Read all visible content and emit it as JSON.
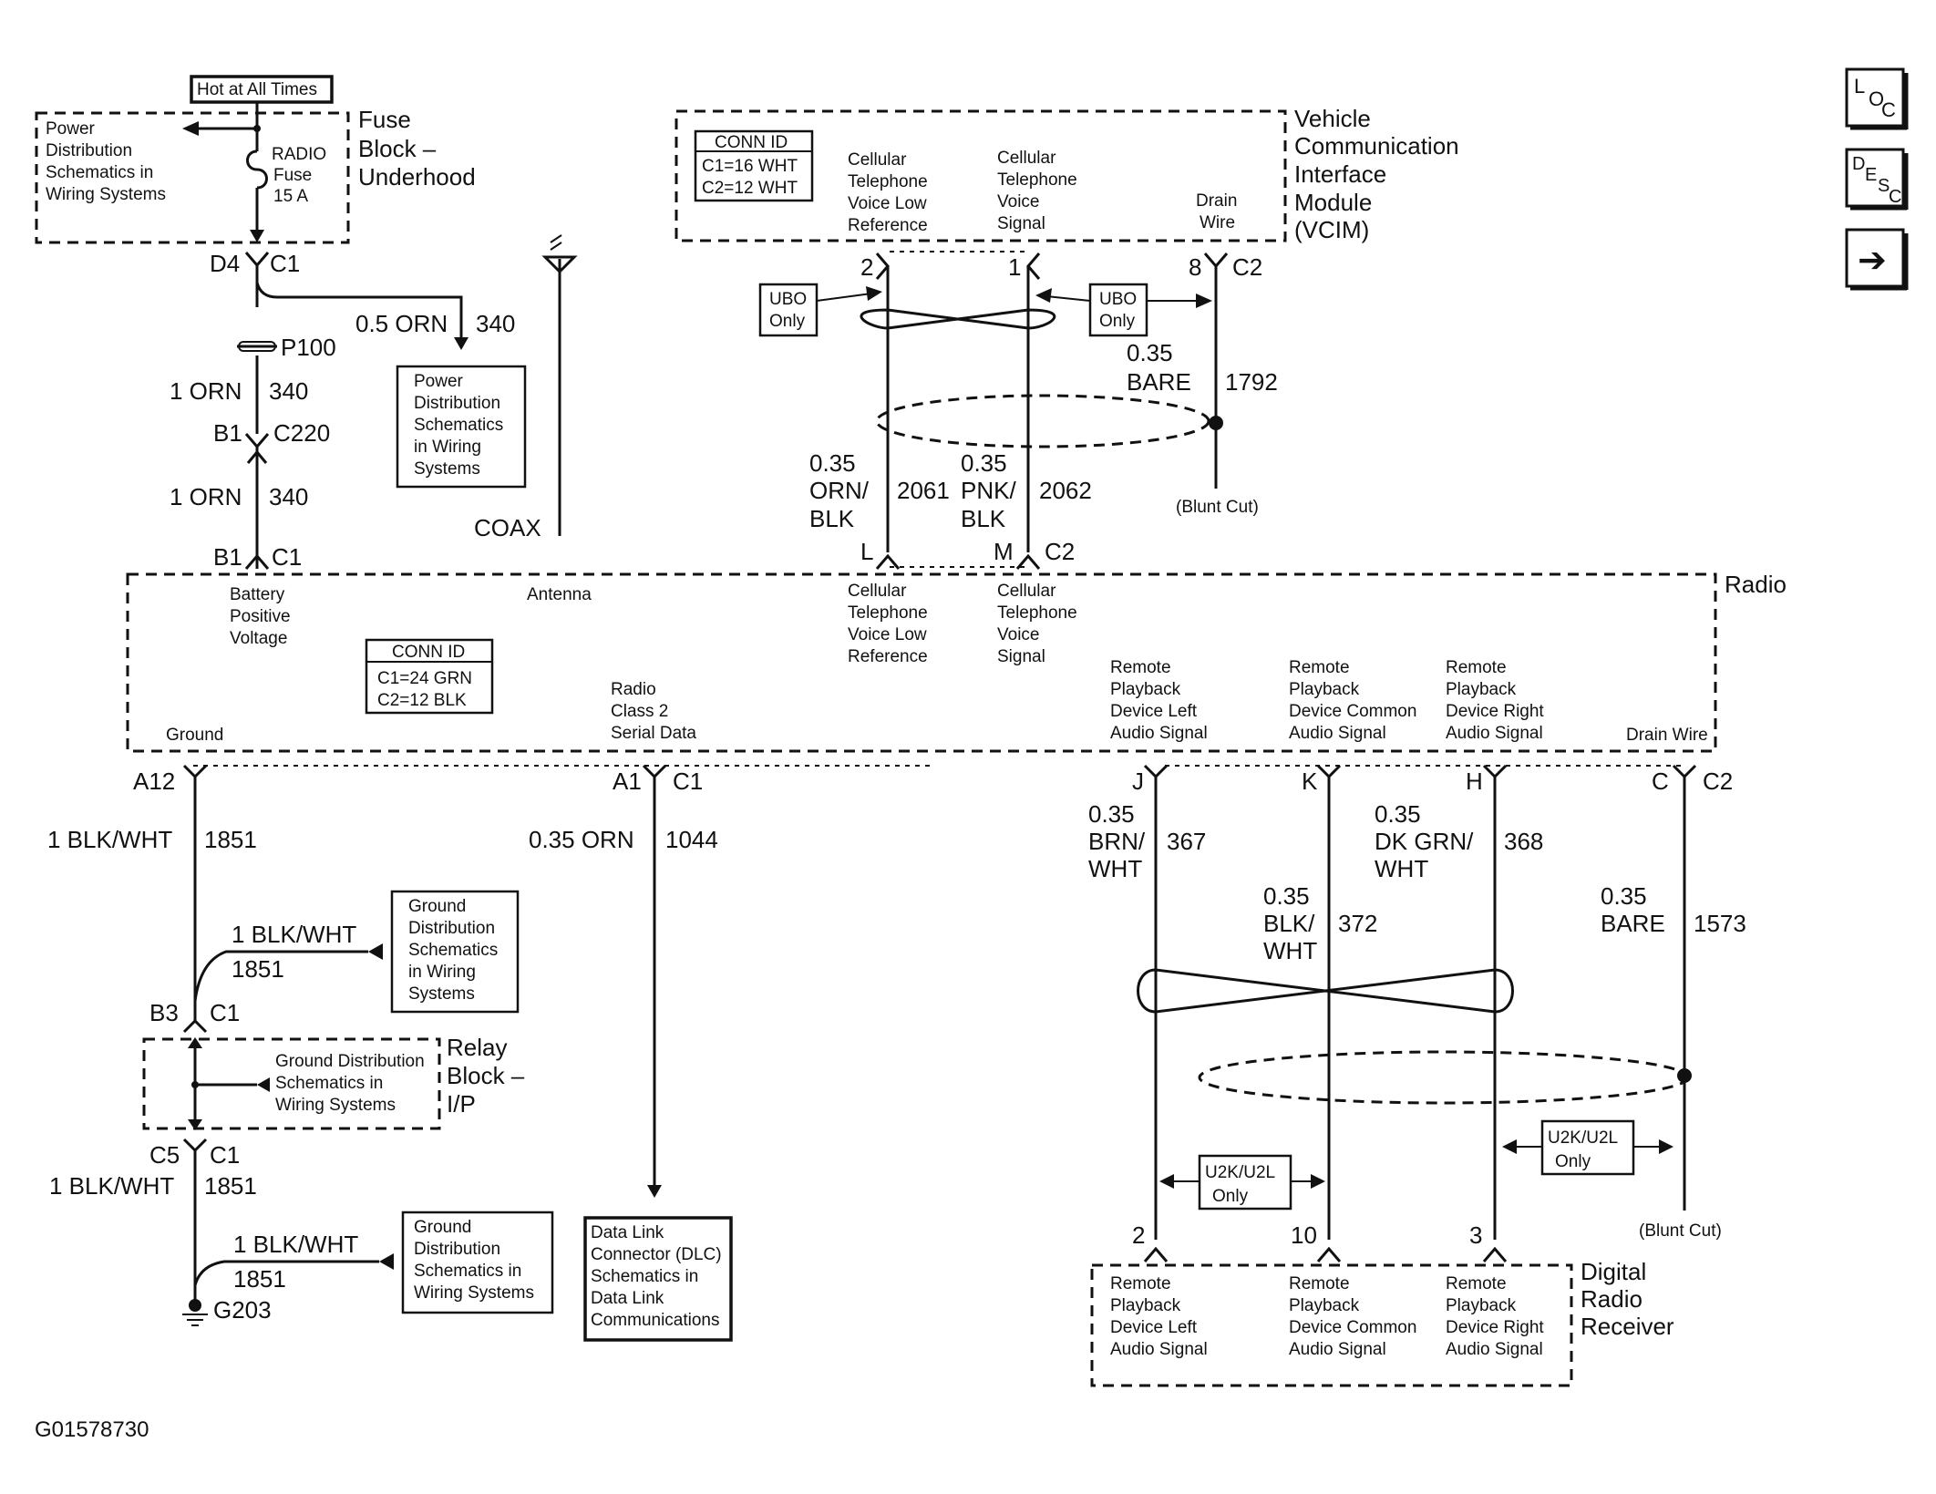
{
  "fuse_block": {
    "hot_label": "Hot at All Times",
    "title": [
      "Fuse",
      "Block –",
      "Underhood"
    ],
    "power_ref": [
      "Power",
      "Distribution",
      "Schematics in",
      "Wiring Systems"
    ],
    "fuse": [
      "RADIO",
      "Fuse",
      "15 A"
    ]
  },
  "left_chain": {
    "d4": "D4",
    "c1_top": "C1",
    "branch_wire": "0.5 ORN",
    "branch_circuit": "340",
    "branch_ref": [
      "Power",
      "Distribution",
      "Schematics",
      "in Wiring",
      "Systems"
    ],
    "p100": "P100",
    "w1_gauge": "1 ORN",
    "w1_circuit": "340",
    "b1_top": "B1",
    "c220": "C220",
    "w2_gauge": "1 ORN",
    "w2_circuit": "340",
    "b1_bottom": "B1",
    "c1_bottom": "C1",
    "coax": "COAX"
  },
  "vcim": {
    "title": [
      "Vehicle",
      "Communication",
      "Interface",
      "Module",
      "(VCIM)"
    ],
    "conn_id": [
      "CONN ID",
      "C1=16 WHT",
      "C2=12 WHT"
    ],
    "col1": [
      "Cellular",
      "Telephone",
      "Voice Low",
      "Reference"
    ],
    "col2": [
      "Cellular",
      "Telephone",
      "Voice",
      "Signal"
    ],
    "col3": [
      "Drain",
      "Wire"
    ],
    "pin_2": "2",
    "pin_1": "1",
    "pin_8": "8",
    "c2": "C2",
    "ubo": [
      "UBO",
      "Only"
    ],
    "bare_gauge": "0.35",
    "bare_label": "BARE",
    "bare_circuit": "1792",
    "blunt": "(Blunt Cut)",
    "w_left": [
      "0.35",
      "ORN/",
      "BLK"
    ],
    "w_left_circuit": "2061",
    "w_right": [
      "0.35",
      "PNK/",
      "BLK"
    ],
    "w_right_circuit": "2062",
    "pin_l": "L",
    "pin_m": "M",
    "c2_radio": "C2"
  },
  "radio": {
    "title": "Radio",
    "battery": [
      "Battery",
      "Positive",
      "Voltage"
    ],
    "antenna": "Antenna",
    "cell_low": [
      "Cellular",
      "Telephone",
      "Voice Low",
      "Reference"
    ],
    "cell_sig": [
      "Cellular",
      "Telephone",
      "Voice",
      "Signal"
    ],
    "conn_id": [
      "CONN ID",
      "C1=24 GRN",
      "C2=12 BLK"
    ],
    "class2": [
      "Radio",
      "Class 2",
      "Serial Data"
    ],
    "ground": "Ground",
    "rp_left": [
      "Remote",
      "Playback",
      "Device Left",
      "Audio Signal"
    ],
    "rp_common": [
      "Remote",
      "Playback",
      "Device Common",
      "Audio Signal"
    ],
    "rp_right": [
      "Remote",
      "Playback",
      "Device Right",
      "Audio Signal"
    ],
    "drain": "Drain Wire"
  },
  "ground_chain": {
    "a12": "A12",
    "w1_gauge": "1 BLK/WHT",
    "w1_circuit": "1851",
    "splice_gauge": "1 BLK/WHT",
    "splice_circuit": "1851",
    "gnd_ref1": [
      "Ground",
      "Distribution",
      "Schematics",
      "in Wiring",
      "Systems"
    ],
    "b3": "B3",
    "c1_b3": "C1",
    "relay_title": [
      "Relay",
      "Block –",
      "I/P"
    ],
    "relay_ref": [
      "Ground Distribution",
      "Schematics in",
      "Wiring Systems"
    ],
    "c5": "C5",
    "c1_c5": "C1",
    "w2_gauge": "1 BLK/WHT",
    "w2_circuit": "1851",
    "splice2_gauge": "1 BLK/WHT",
    "splice2_circuit": "1851",
    "gnd_ref2": [
      "Ground",
      "Distribution",
      "Schematics in",
      "Wiring Systems"
    ],
    "g203": "G203"
  },
  "data_link": {
    "a1": "A1",
    "c1": "C1",
    "gauge": "0.35 ORN",
    "circuit": "1044",
    "dlc_ref": [
      "Data Link",
      "Connector (DLC)",
      "Schematics in",
      "Data Link",
      "Communications"
    ]
  },
  "audio": {
    "pin_j": "J",
    "pin_k": "K",
    "pin_h": "H",
    "pin_c": "C",
    "c2": "C2",
    "w_j": [
      "0.35",
      "BRN/",
      "WHT"
    ],
    "w_j_circuit": "367",
    "w_k": [
      "0.35",
      "BLK/",
      "WHT"
    ],
    "w_k_circuit": "372",
    "w_h": [
      "0.35",
      "DK GRN/",
      "WHT"
    ],
    "w_h_circuit": "368",
    "w_c": [
      "0.35",
      "BARE"
    ],
    "w_c_circuit": "1573",
    "u2k": [
      "U2K/U2L",
      "Only"
    ],
    "blunt": "(Blunt Cut)",
    "pin_2": "2",
    "pin_10": "10",
    "pin_3": "3"
  },
  "receiver": {
    "title": [
      "Digital",
      "Radio",
      "Receiver"
    ],
    "left": [
      "Remote",
      "Playback",
      "Device Left",
      "Audio Signal"
    ],
    "common": [
      "Remote",
      "Playback",
      "Device Common",
      "Audio Signal"
    ],
    "right": [
      "Remote",
      "Playback",
      "Device Right",
      "Audio Signal"
    ]
  },
  "nav": {
    "loc": [
      "L",
      "O",
      "C"
    ],
    "desc": [
      "D",
      "E",
      "S",
      "C"
    ],
    "next": "➔"
  },
  "figure_id": "G01578730"
}
